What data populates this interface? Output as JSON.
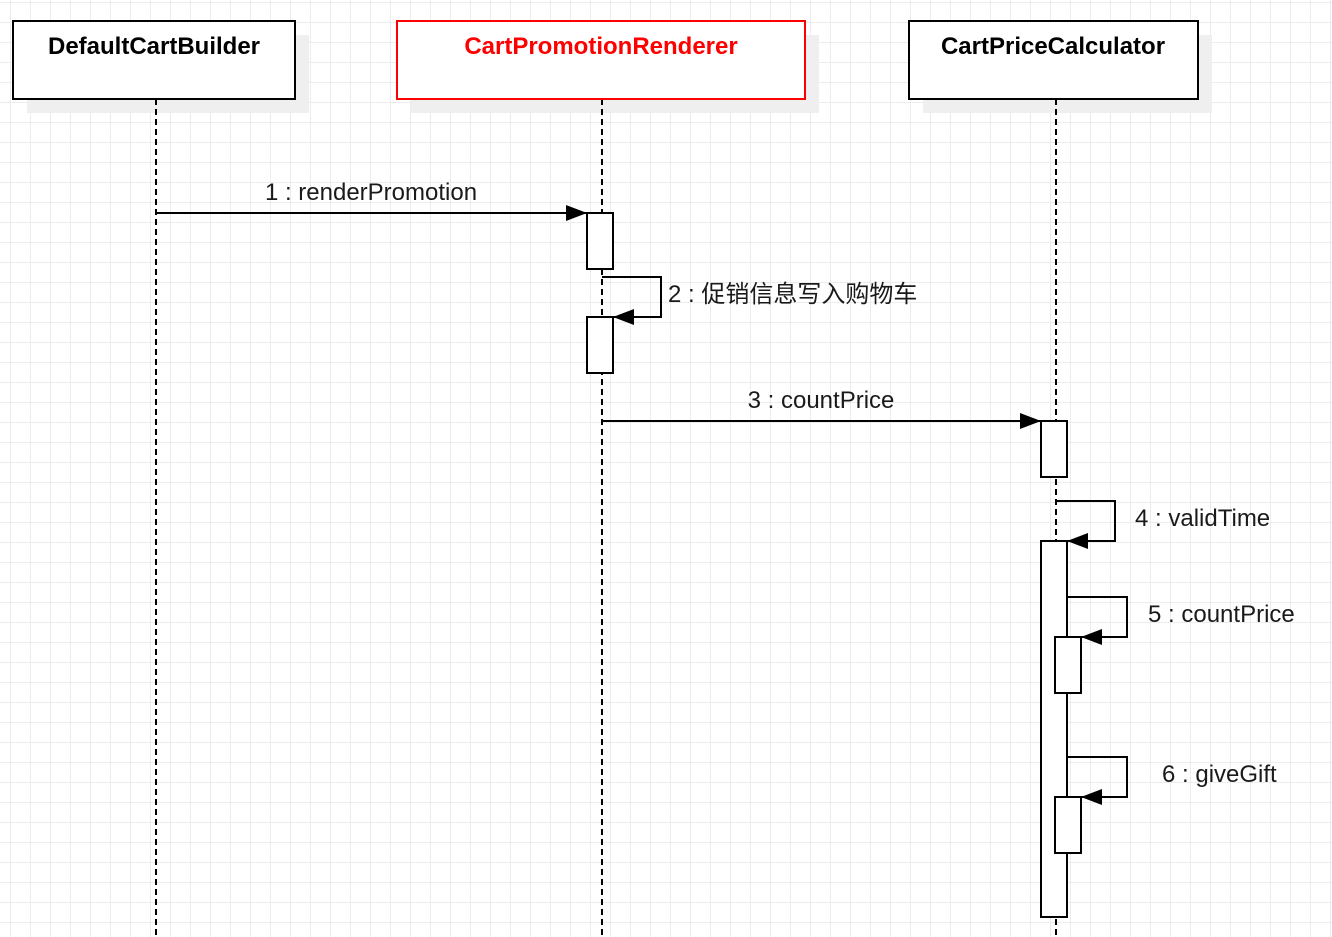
{
  "participants": [
    {
      "name": "DefaultCartBuilder",
      "color": "#000000"
    },
    {
      "name": "CartPromotionRenderer",
      "color": "#ff0000"
    },
    {
      "name": "CartPriceCalculator",
      "color": "#000000"
    }
  ],
  "messages": [
    {
      "label": "1 : renderPromotion"
    },
    {
      "label": "2 : 促销信息写入购物车"
    },
    {
      "label": "3 : countPrice"
    },
    {
      "label": "4 : validTime"
    },
    {
      "label": "5 : countPrice"
    },
    {
      "label": "6 : giveGift"
    }
  ]
}
